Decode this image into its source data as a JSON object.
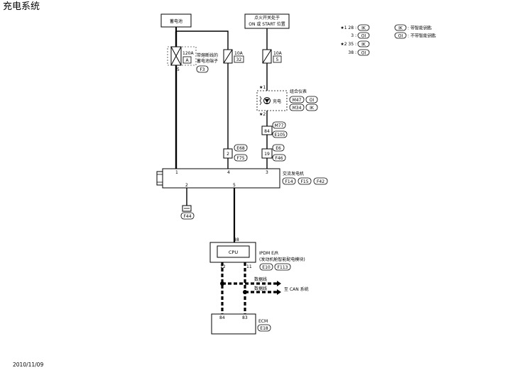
{
  "title": "充电系统",
  "date": "2010/11/09",
  "legend": {
    "rows": [
      {
        "marker": "★1 28 :",
        "code": "IK"
      },
      {
        "marker": "3 :",
        "code": "OI"
      },
      {
        "marker": "★2 35 :",
        "code": "IK"
      },
      {
        "marker": "38 :",
        "code": "OI"
      }
    ],
    "keys": [
      {
        "code": "IK",
        "desc": "带智能钥匙"
      },
      {
        "code": "OI",
        "desc": "不带智能钥匙"
      }
    ]
  },
  "battery": {
    "label": "蓄电池"
  },
  "ignition": {
    "line1": "点火开关处于",
    "line2": "ON 或 START 位置"
  },
  "fusible_link": {
    "rating": "120A",
    "letter": "A",
    "terminal": "5",
    "desc1": "带熔断线的",
    "desc2": "蓄电池端子",
    "connector": "F3"
  },
  "fuse1": {
    "rating": "10A",
    "number": "32"
  },
  "fuse2": {
    "rating": "10A",
    "number": "5"
  },
  "meter": {
    "marker_top": "★1",
    "marker_bottom": "★2",
    "lamp_label": "充电",
    "name": "组合仪表",
    "connectors": [
      "M47",
      "OI",
      "M34",
      "IK"
    ]
  },
  "joint_84": {
    "terminal": "84",
    "connectors": [
      "M77",
      "E105"
    ]
  },
  "joint_19": {
    "terminal": "19",
    "connectors": [
      "E6",
      "F46"
    ]
  },
  "joint_2": {
    "terminal": "2",
    "connectors": [
      "E68",
      "F75"
    ]
  },
  "alternator": {
    "name": "交流发电机",
    "connectors": [
      "F14",
      "F15",
      "F42"
    ],
    "terminals_top": [
      "1",
      "4",
      "3"
    ],
    "terminals_bottom": [
      "2",
      "5"
    ]
  },
  "ground": {
    "connector": "F44"
  },
  "ipdm": {
    "terminal_top": "48",
    "cpu": "CPU",
    "name1": "IPDM E/R",
    "name2": "(发动机舱智能配电模块)",
    "connectors": [
      "E10",
      "F113"
    ],
    "terminals_bottom": [
      "12",
      "11"
    ]
  },
  "can": {
    "line1": "数据线",
    "line2": "数据线",
    "dest": "至 CAN 系统"
  },
  "ecm": {
    "name": "ECM",
    "connector": "E18",
    "terminals": [
      "84",
      "83"
    ]
  }
}
